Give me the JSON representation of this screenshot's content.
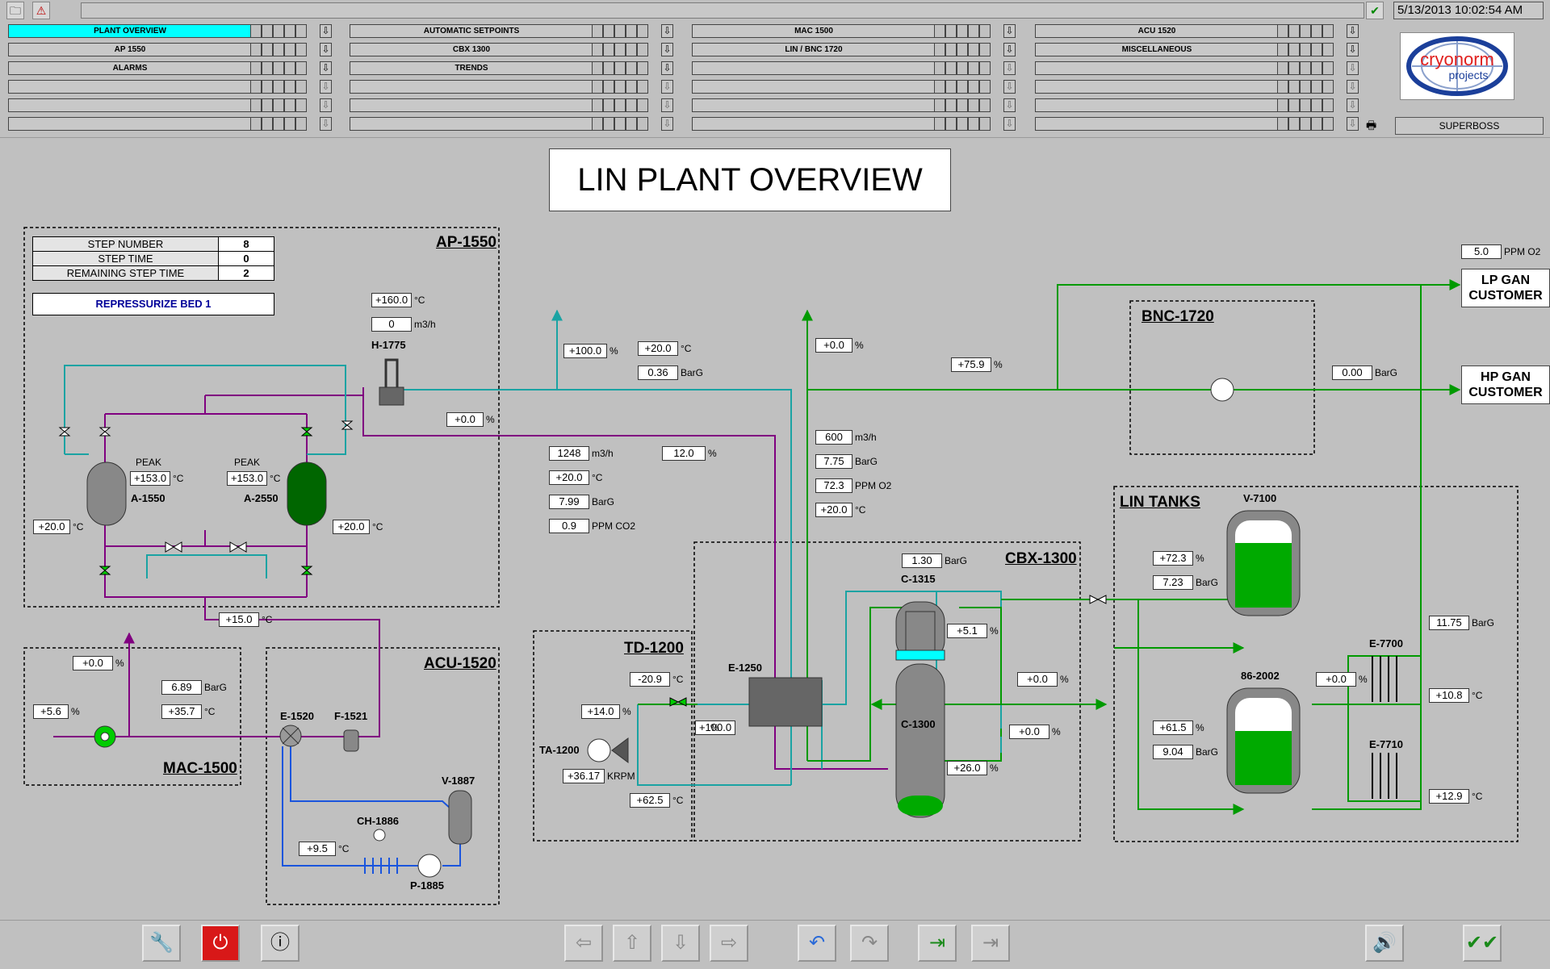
{
  "header": {
    "datetime": "5/13/2013 10:02:54 AM",
    "superboss": "SUPERBOSS",
    "logo_text_1": "cryonorm",
    "logo_text_2": "projects",
    "nav_rows": [
      [
        "PLANT OVERVIEW",
        "AUTOMATIC SETPOINTS",
        "MAC 1500",
        "ACU 1520"
      ],
      [
        "AP 1550",
        "CBX 1300",
        "LIN / BNC 1720",
        "MISCELLANEOUS"
      ],
      [
        "ALARMS",
        "TRENDS",
        "",
        ""
      ],
      [
        "",
        "",
        "",
        ""
      ],
      [
        "",
        "",
        "",
        ""
      ],
      [
        "",
        "",
        "",
        ""
      ]
    ]
  },
  "page_title": "LIN PLANT OVERVIEW",
  "sections": {
    "ap": "AP-1550",
    "mac": "MAC-1500",
    "acu": "ACU-1520",
    "td": "TD-1200",
    "cbx": "CBX-1300",
    "bnc": "BNC-1720",
    "lin_tanks": "LIN TANKS"
  },
  "step": {
    "rows": [
      {
        "label": "STEP NUMBER",
        "value": "8"
      },
      {
        "label": "STEP TIME",
        "value": "0"
      },
      {
        "label": "REMAINING STEP TIME",
        "value": "2"
      }
    ],
    "state": "REPRESSURIZE BED 1"
  },
  "equipment": {
    "h1775": "H-1775",
    "a1550": "A-1550",
    "a2550": "A-2550",
    "peak": "PEAK",
    "e1520": "E-1520",
    "f1521": "F-1521",
    "v1887": "V-1887",
    "ch1886": "CH-1886",
    "p1885": "P-1885",
    "ta1200": "TA-1200",
    "e1250": "E-1250",
    "c1315": "C-1315",
    "c1300": "C-1300",
    "v7100": "V-7100",
    "t86": "86-2002",
    "e7700": "E-7700",
    "e7710": "E-7710"
  },
  "customers": {
    "lp": [
      "LP GAN",
      "CUSTOMER"
    ],
    "hp": [
      "HP GAN",
      "CUSTOMER"
    ]
  },
  "units": {
    "degc": "°C",
    "m3h": "m3/h",
    "barg": "BarG",
    "pct": "%",
    "ppm_o2": "PPM O2",
    "ppm_co2": "PPM CO2",
    "krpm": "KRPM"
  },
  "values": {
    "h_temp": "+160.0",
    "h_flow": "0",
    "ap_valve": "+0.0",
    "peak1": "+153.0",
    "peak2": "+153.0",
    "a1_temp": "+20.0",
    "a2_temp": "+20.0",
    "ap_out_temp": "+15.0",
    "air_vent": "+100.0",
    "air_temp": "+20.0",
    "air_press": "0.36",
    "feed_flow": "1248",
    "feed_temp": "+20.0",
    "feed_press": "7.99",
    "feed_co2": "0.9",
    "purple_valve": "12.0",
    "gan_vent": "+0.0",
    "gan_flow": "600",
    "gan_press": "7.75",
    "gan_o2": "72.3",
    "gan_temp": "+20.0",
    "gan_valve": "+75.9",
    "bnc_press": "0.00",
    "lp_ppm": "5.0",
    "mac_vent": "+0.0",
    "mac_press": "6.89",
    "mac_temp": "+35.7",
    "mac_inlet": "+5.6",
    "ch_temp": "+9.5",
    "td_temp_in": "-20.9",
    "td_valve": "+14.0",
    "td_speed": "+36.17",
    "td_temp_out": "+62.5",
    "e1250_valve": "+100.0",
    "c1315_press": "1.30",
    "c1315_level": "+5.1",
    "c1300_level": "+26.0",
    "cbx_out1": "+0.0",
    "cbx_out2": "+0.0",
    "v7100_level": "+72.3",
    "v7100_press": "7.23",
    "t86_level": "+61.5",
    "t86_press": "9.04",
    "tank_valve": "+0.0",
    "hp_press": "11.75",
    "e7700_temp": "+10.8",
    "e7710_temp": "+12.9"
  },
  "tank_levels": {
    "v7100": 0.723,
    "t86": 0.615,
    "c1300": 0.26,
    "c1315": 0.051
  },
  "colors": {
    "purple": "#800080",
    "teal": "#1aa3a3",
    "green": "#009a00",
    "blue": "#1a55dd",
    "cyan": "#00ffff",
    "liquid": "#00aa00"
  }
}
